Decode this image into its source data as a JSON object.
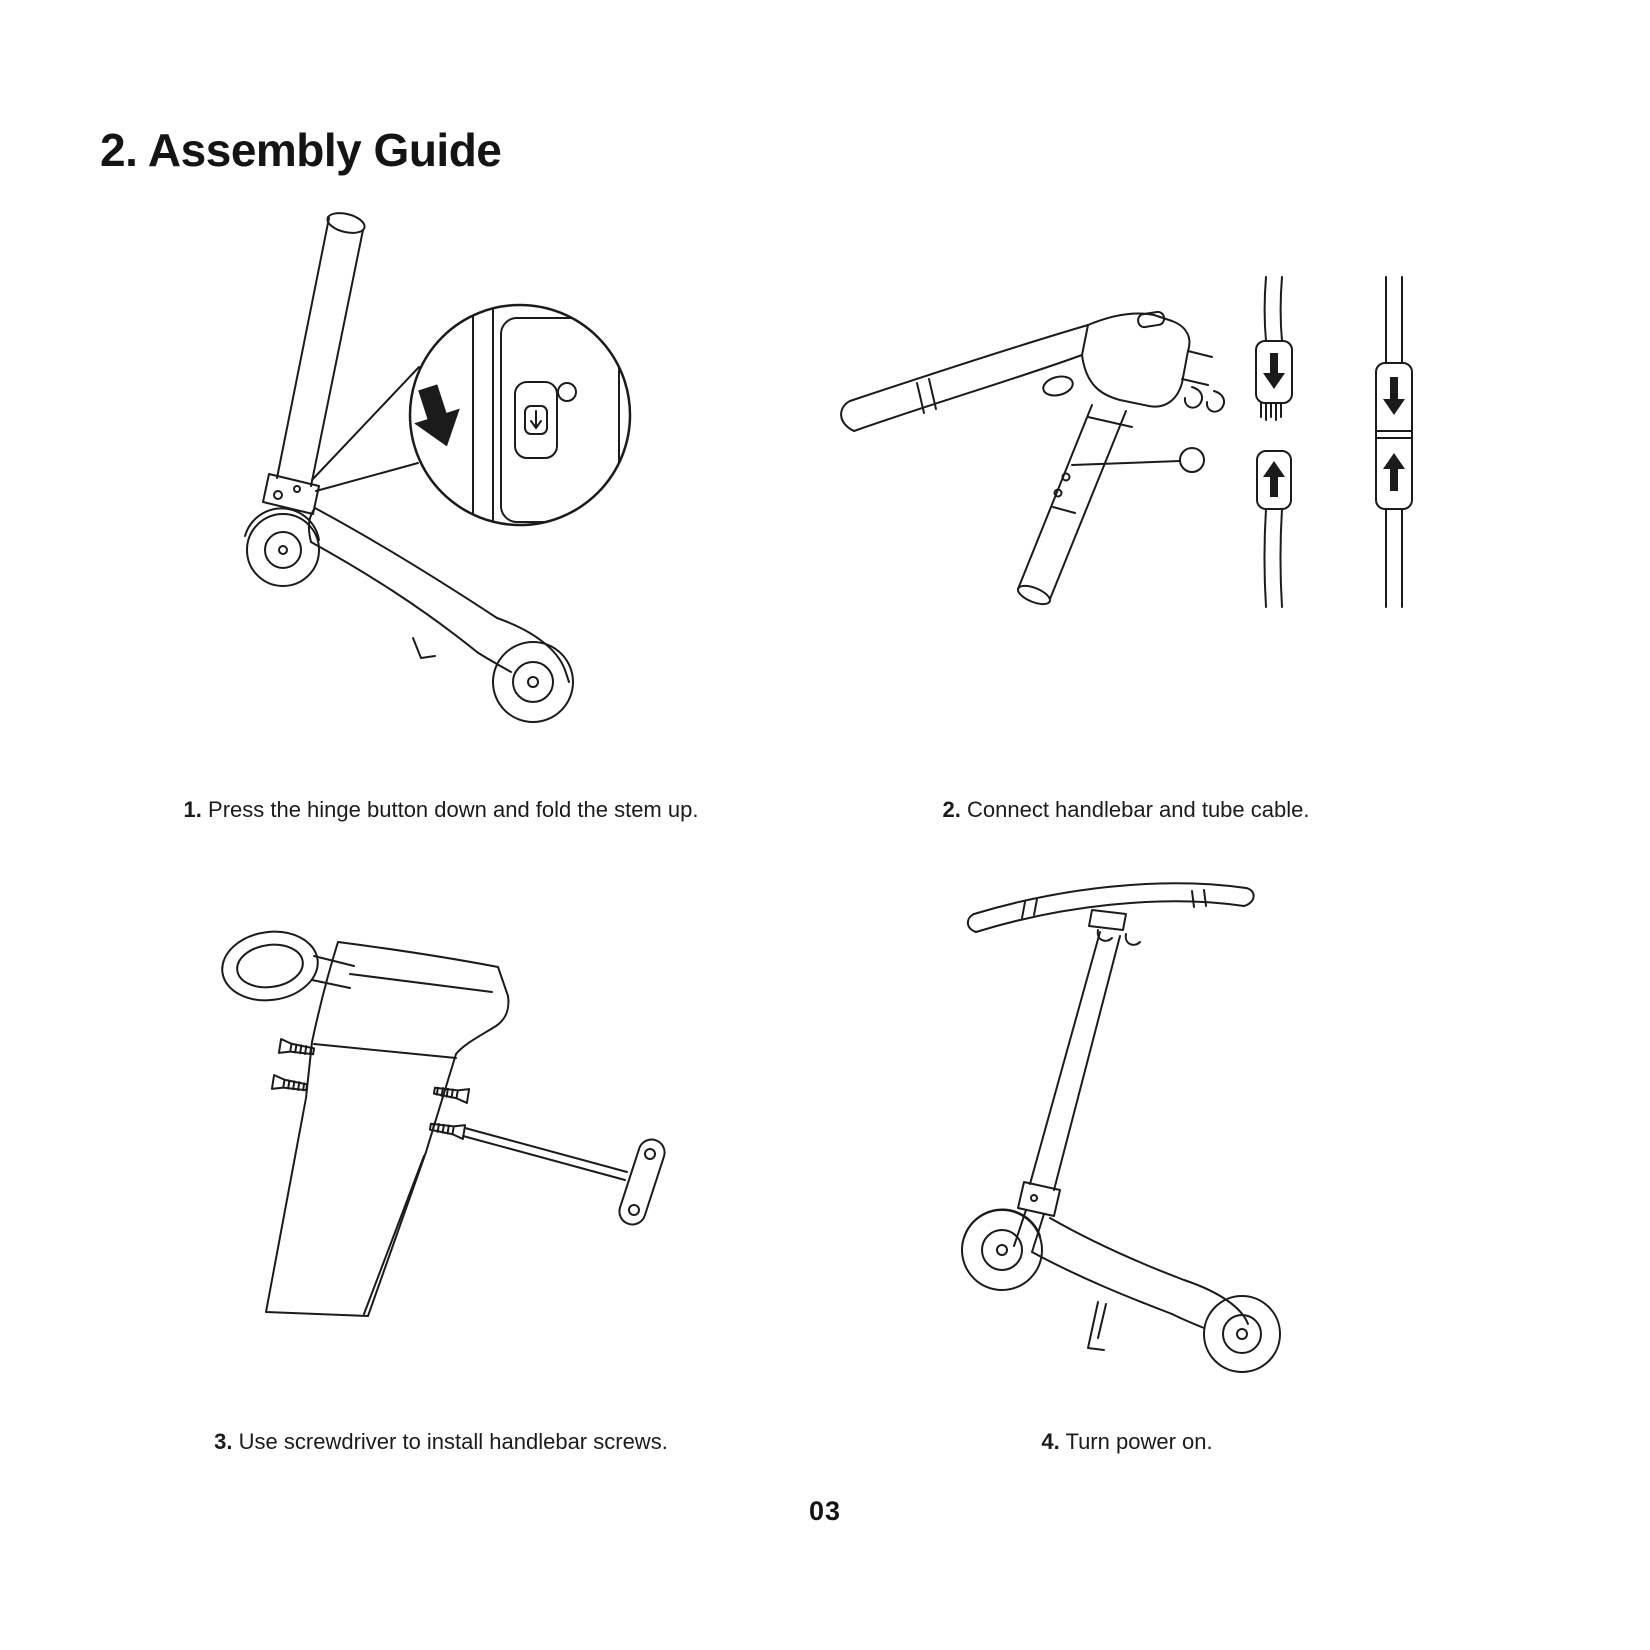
{
  "page": {
    "title": "2. Assembly Guide",
    "page_number": "03",
    "ink_color": "#1b1b1b"
  },
  "steps": [
    {
      "num": "1.",
      "text": " Press the hinge button down and fold the stem up."
    },
    {
      "num": "2.",
      "text": " Connect handlebar and tube cable."
    },
    {
      "num": "3.",
      "text": " Use screwdriver to install handlebar screws."
    },
    {
      "num": "4.",
      "text": " Turn power on."
    }
  ]
}
